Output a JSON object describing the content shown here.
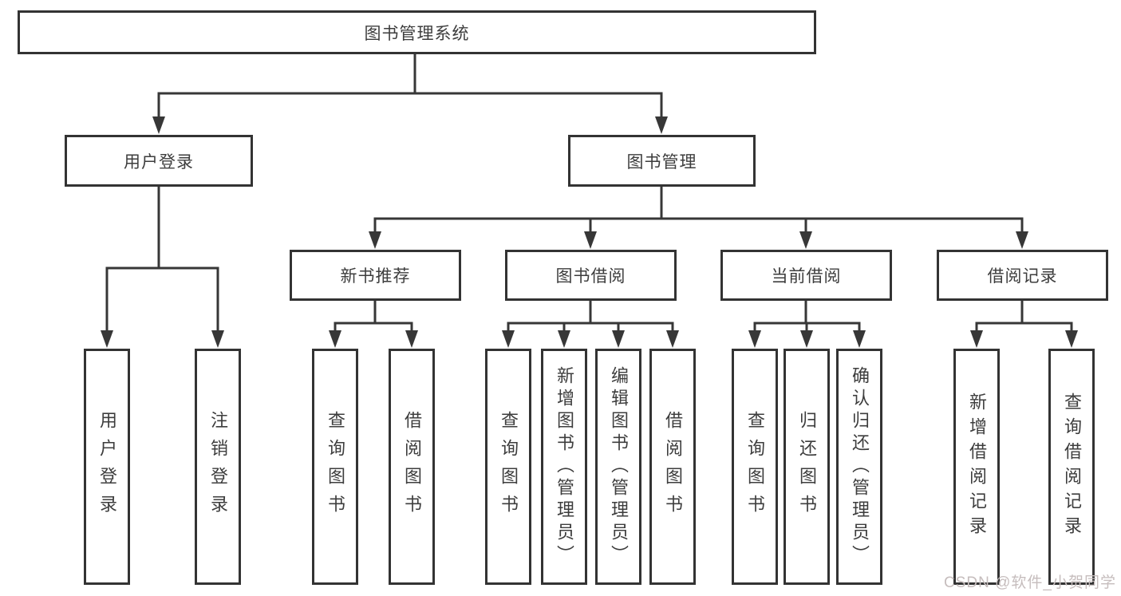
{
  "diagram": {
    "type": "function-structure-tree",
    "tree": {
      "label": "图书管理系统",
      "children": [
        {
          "label": "用户登录",
          "children": [
            {
              "label": "用户登录"
            },
            {
              "label": "注销登录"
            }
          ]
        },
        {
          "label": "图书管理",
          "children": [
            {
              "label": "新书推荐",
              "children": [
                {
                  "label": "查询图书"
                },
                {
                  "label": "借阅图书"
                }
              ]
            },
            {
              "label": "图书借阅",
              "children": [
                {
                  "label": "查询图书"
                },
                {
                  "label": "新增图书（管理员）"
                },
                {
                  "label": "编辑图书（管理员）"
                },
                {
                  "label": "借阅图书"
                }
              ]
            },
            {
              "label": "当前借阅",
              "children": [
                {
                  "label": "查询图书"
                },
                {
                  "label": "归还图书"
                },
                {
                  "label": "确认归还（管理员）"
                }
              ]
            },
            {
              "label": "借阅记录",
              "children": [
                {
                  "label": "新增借阅记录"
                },
                {
                  "label": "查询借阅记录"
                }
              ]
            }
          ]
        }
      ]
    },
    "watermark": "CSDN @软件_小贺同学",
    "colors": {
      "background": "#ffffff",
      "line": "#373737",
      "box_border": "#333333",
      "text": "#3d3d3d",
      "watermark": "#c6bdbd"
    }
  }
}
